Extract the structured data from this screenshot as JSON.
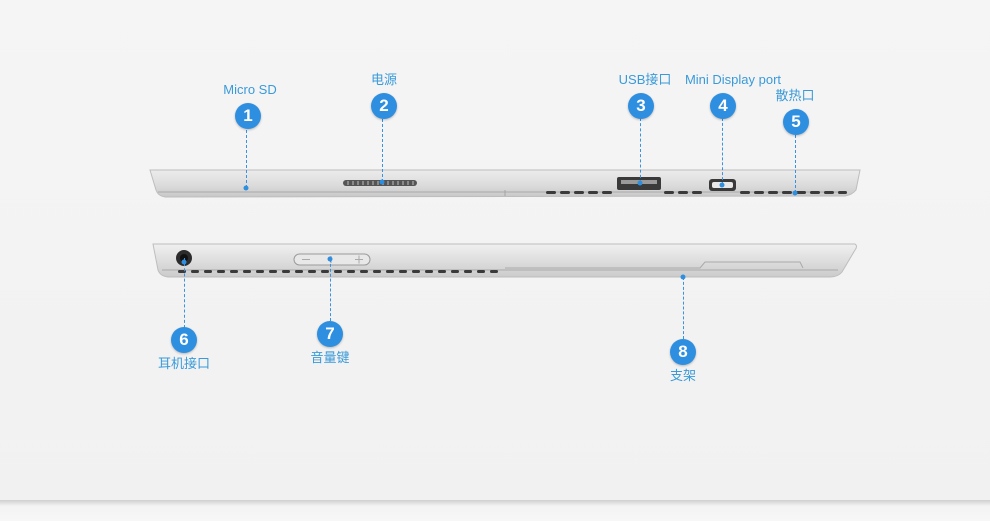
{
  "callouts": [
    {
      "num": "1",
      "label": "Micro SD"
    },
    {
      "num": "2",
      "label": "电源"
    },
    {
      "num": "3",
      "label": "USB接口"
    },
    {
      "num": "4",
      "label": "Mini Display port"
    },
    {
      "num": "5",
      "label": "散热口"
    },
    {
      "num": "6",
      "label": "耳机接口"
    },
    {
      "num": "7",
      "label": "音量键"
    },
    {
      "num": "8",
      "label": "支架"
    }
  ],
  "colors": {
    "accent": "#2e8fe0",
    "label_text": "#3a9ad9",
    "device": "#d9d9d9"
  }
}
